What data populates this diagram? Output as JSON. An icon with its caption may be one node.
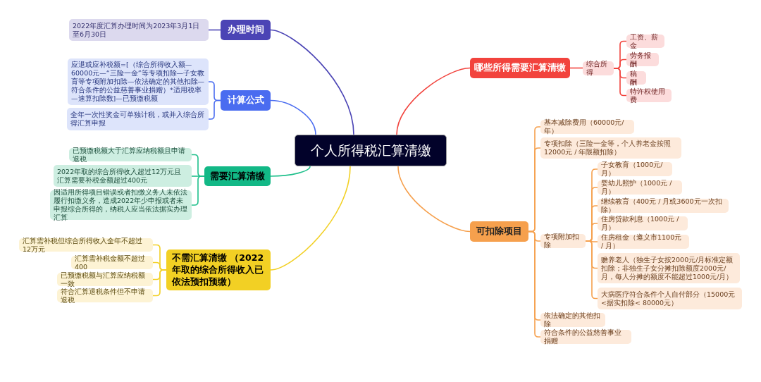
{
  "diagram": {
    "nodes": [
      {
        "text": [
          "个人所得税汇算清缴"
        ]
      },
      {
        "text": [
          "办理时间"
        ]
      },
      {
        "text": [
          "2022年度汇算办理时间为2023年3月1日至6月30日"
        ]
      },
      {
        "text": [
          "计算公式"
        ]
      },
      {
        "text": [
          "应退或应补税额=[（综合所得收入额—60000元—“三险一金”等专项扣除—子女教育等专项附加扣除—依法确定的其他扣除—符合条件的公益慈善事业捐赠）*适用税率—速算扣除数]—已预缴税额"
        ]
      },
      {
        "text": [
          "全年一次性奖金可单独计税，或并入综合所得汇算申报"
        ]
      },
      {
        "text": [
          "需要汇算清缴"
        ]
      },
      {
        "text": [
          "已预缴税额大于汇算应纳税额且申请退税"
        ]
      },
      {
        "text": [
          "2022年取的综合所得收入超过12万元且汇算需要补税金额超过400元"
        ]
      },
      {
        "text": [
          "因适用所得项目错误或者扣缴义务人未依法履行扣缴义务，造成2022年少申报或者未申报综合所得的，纳税人应当依法据实办理汇算"
        ]
      },
      {
        "text": [
          "不需汇算清缴 （2022年取的综合所得收入已依法预扣预缴）"
        ]
      },
      {
        "text": [
          "汇算需补税但综合所得收入全年不超过12万元"
        ]
      },
      {
        "text": [
          "汇算需补税金额不超过400"
        ]
      },
      {
        "text": [
          "已预缴税额与汇算应纳税额一致"
        ]
      },
      {
        "text": [
          "符合汇算退税条件但不申请退税"
        ]
      },
      {
        "text": [
          "哪些所得需要汇算清缴"
        ]
      },
      {
        "text": [
          "综合所得"
        ]
      },
      {
        "text": [
          "工资、薪金"
        ]
      },
      {
        "text": [
          "劳务报酬"
        ]
      },
      {
        "text": [
          "稿酬"
        ]
      },
      {
        "text": [
          "特许权使用费"
        ]
      },
      {
        "text": [
          "可扣除项目"
        ]
      },
      {
        "text": [
          "基本减除费用（60000元/年）"
        ]
      },
      {
        "text": [
          "专项扣除（三险一金等，个人养老金按照12000元 / 年限额扣除）"
        ]
      },
      {
        "text": [
          "专项附加扣除"
        ]
      },
      {
        "text": [
          "子女教育（1000元/月）"
        ]
      },
      {
        "text": [
          "婴幼儿照护（1000元 / 月）"
        ]
      },
      {
        "text": [
          "继续教育（400元 / 月或3600元一次扣除）"
        ]
      },
      {
        "text": [
          "住房贷款利息（1000元 / 月）"
        ]
      },
      {
        "text": [
          "住房租金（遵义市1100元 / 月）"
        ]
      },
      {
        "text": [
          "赡养老人（独生子女按2000元/月标准定额扣除；非独生子女分摊扣除额度2000元/月，每人分摊的额度不能超过1000元/月）"
        ]
      },
      {
        "text": [
          "大病医疗符合条件个人自付部分（15000元<据实扣除< 80000元）"
        ]
      },
      {
        "text": [
          "依法确定的其他扣除"
        ]
      },
      {
        "text": [
          "符合条件的公益慈善事业捐赠"
        ]
      }
    ],
    "edges": [
      {
        "from": 0,
        "to": 1,
        "arrow": "none",
        "color": "#4b44b5"
      },
      {
        "from": 1,
        "to": 2,
        "arrow": "none",
        "color": "#4b44b5"
      },
      {
        "from": 0,
        "to": 3,
        "arrow": "none",
        "color": "#4a6cf0"
      },
      {
        "from": 3,
        "to": 4,
        "arrow": "none",
        "color": "#4a6cf0"
      },
      {
        "from": 3,
        "to": 5,
        "arrow": "none",
        "color": "#4a6cf0"
      },
      {
        "from": 0,
        "to": 6,
        "arrow": "none",
        "color": "#20c08c"
      },
      {
        "from": 6,
        "to": 7,
        "arrow": "none",
        "color": "#20c08c"
      },
      {
        "from": 6,
        "to": 8,
        "arrow": "none",
        "color": "#20c08c"
      },
      {
        "from": 6,
        "to": 9,
        "arrow": "none",
        "color": "#20c08c"
      },
      {
        "from": 0,
        "to": 10,
        "arrow": "none",
        "color": "#f2d024"
      },
      {
        "from": 10,
        "to": 11,
        "arrow": "none",
        "color": "#f2d024"
      },
      {
        "from": 10,
        "to": 12,
        "arrow": "none",
        "color": "#f2d024"
      },
      {
        "from": 10,
        "to": 13,
        "arrow": "none",
        "color": "#f2d024"
      },
      {
        "from": 10,
        "to": 14,
        "arrow": "none",
        "color": "#f2d024"
      },
      {
        "from": 0,
        "to": 15,
        "arrow": "none",
        "color": "#f2433d"
      },
      {
        "from": 15,
        "to": 16,
        "arrow": "none",
        "color": "#f2433d"
      },
      {
        "from": 16,
        "to": 17,
        "arrow": "none",
        "color": "#f2433d"
      },
      {
        "from": 16,
        "to": 18,
        "arrow": "none",
        "color": "#f2433d"
      },
      {
        "from": 16,
        "to": 19,
        "arrow": "none",
        "color": "#f2433d"
      },
      {
        "from": 16,
        "to": 20,
        "arrow": "none",
        "color": "#f2433d"
      },
      {
        "from": 0,
        "to": 21,
        "arrow": "none",
        "color": "#f6a04d"
      },
      {
        "from": 21,
        "to": 22,
        "arrow": "none",
        "color": "#f6a04d"
      },
      {
        "from": 21,
        "to": 23,
        "arrow": "none",
        "color": "#f6a04d"
      },
      {
        "from": 21,
        "to": 24,
        "arrow": "none",
        "color": "#f6a04d"
      },
      {
        "from": 24,
        "to": 25,
        "arrow": "none",
        "color": "#f6a04d"
      },
      {
        "from": 24,
        "to": 26,
        "arrow": "none",
        "color": "#f6a04d"
      },
      {
        "from": 24,
        "to": 27,
        "arrow": "none",
        "color": "#f6a04d"
      },
      {
        "from": 24,
        "to": 28,
        "arrow": "none",
        "color": "#f6a04d"
      },
      {
        "from": 24,
        "to": 29,
        "arrow": "none",
        "color": "#f6a04d"
      },
      {
        "from": 24,
        "to": 30,
        "arrow": "none",
        "color": "#f6a04d"
      },
      {
        "from": 24,
        "to": 31,
        "arrow": "none",
        "color": "#f6a04d"
      },
      {
        "from": 21,
        "to": 32,
        "arrow": "none",
        "color": "#f6a04d"
      },
      {
        "from": 21,
        "to": 33,
        "arrow": "none",
        "color": "#f6a04d"
      }
    ]
  }
}
